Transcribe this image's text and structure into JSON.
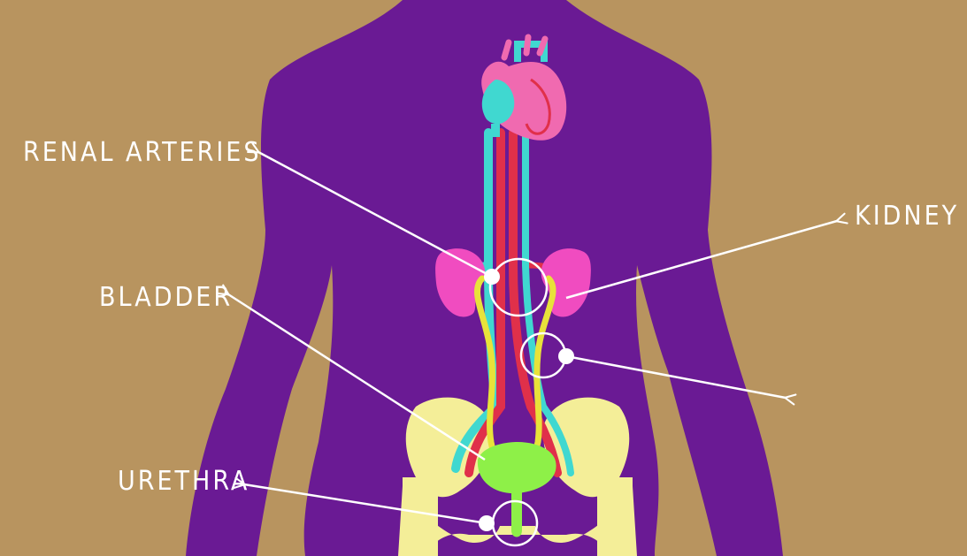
{
  "colors": {
    "background": "#b8945f",
    "body": "#6a1a94",
    "heart_pink": "#f06ab0",
    "heart_cyan": "#40d8d0",
    "heart_red": "#e0304a",
    "kidney": "#f04cc0",
    "ureter": "#e8e23a",
    "pelvis": "#f4ee98",
    "bladder": "#8ef048",
    "annotation": "#ffffff"
  },
  "labels": {
    "renal_arteries": "RENAL ARTERIES",
    "kidney": "KIDNEY",
    "bladder": "BLADDER",
    "urethra": "URETHRA"
  },
  "icons": [
    "arrow-icon",
    "circle-marker-icon"
  ]
}
